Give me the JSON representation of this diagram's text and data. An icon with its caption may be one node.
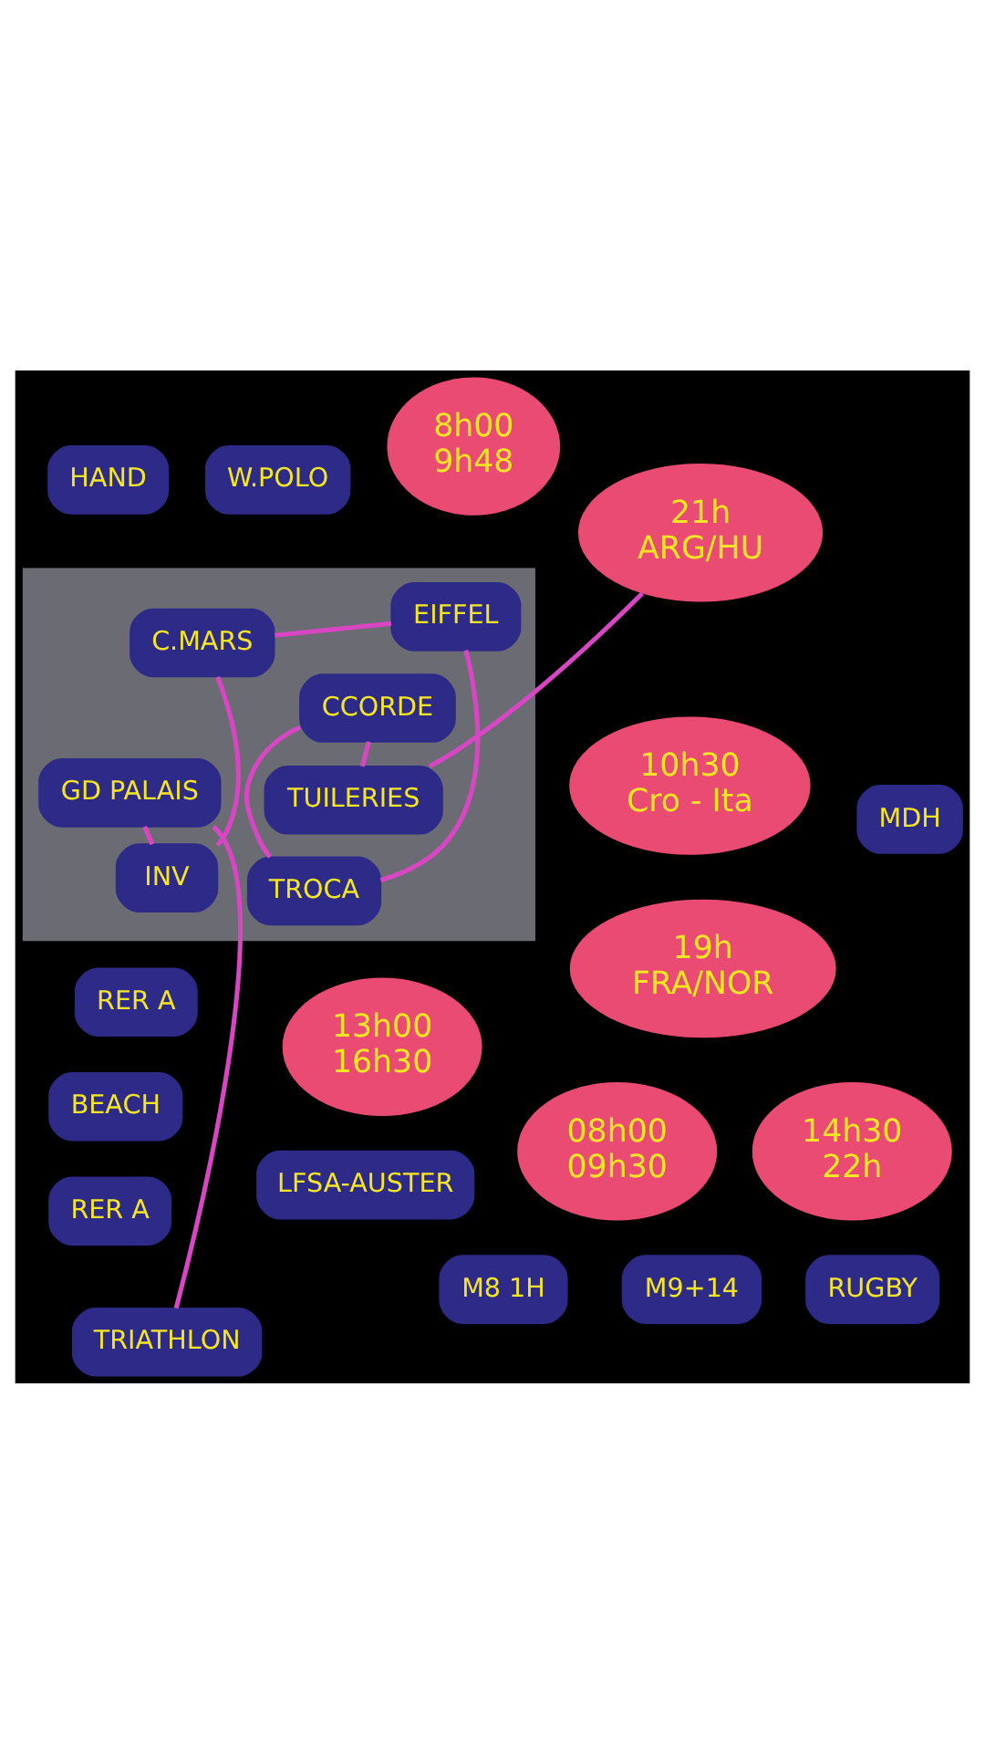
{
  "diagram": {
    "nodes": [
      {
        "text": [
          "8h00",
          "9h48"
        ]
      },
      {
        "text": [
          "LFSA-AUSTER"
        ]
      },
      {
        "text": [
          "RER A"
        ]
      },
      {
        "text": [
          "13h00",
          "16h30"
        ]
      },
      {
        "text": [
          "MDH"
        ]
      },
      {
        "text": [
          "BEACH"
        ]
      },
      {
        "text": [
          "M8 1H"
        ]
      },
      {
        "text": [
          "19h",
          "FRA/NOR"
        ]
      },
      {
        "text": [
          "HAND"
        ]
      },
      {
        "text": [
          "21h",
          "ARG/HU"
        ]
      },
      {
        "text": [],
        "shape": "band"
      },
      {
        "text": [
          "GD PALAIS"
        ],
        "in": 10
      },
      {
        "text": [
          "TROCA"
        ],
        "in": 10
      },
      {
        "text": [
          "CCORDE"
        ],
        "in": 10
      },
      {
        "text": [
          "INV"
        ],
        "in": 10
      },
      {
        "text": [
          "EIFFEL"
        ],
        "in": 10
      },
      {
        "text": [
          "TUILERIES"
        ],
        "in": 10
      },
      {
        "text": [
          "C.MARS"
        ],
        "in": 10
      },
      {
        "text": [
          "TRIATHLON"
        ]
      },
      {
        "text": [
          "08h00",
          "09h30"
        ]
      },
      {
        "text": [
          "10h30",
          "Cro - Ita"
        ]
      },
      {
        "text": [
          "W.POLO"
        ]
      },
      {
        "text": [
          "M9+14"
        ]
      },
      {
        "text": [
          "14h30",
          "22h"
        ]
      },
      {
        "text": [
          "RUGBY"
        ]
      },
      {
        "text": [
          "RER A"
        ]
      }
    ],
    "edges": [
      {
        "from": 12,
        "to": 13,
        "arrow": "none"
      },
      {
        "from": 12,
        "to": 15,
        "arrow": "none"
      },
      {
        "from": 15,
        "to": 17,
        "arrow": "none"
      },
      {
        "from": 17,
        "to": 14,
        "arrow": "none"
      },
      {
        "from": 14,
        "to": 11,
        "arrow": "none"
      },
      {
        "from": 11,
        "to": 18,
        "arrow": "none"
      },
      {
        "from": 13,
        "to": 16,
        "arrow": "none"
      },
      {
        "from": 16,
        "to": 9,
        "arrow": "none"
      }
    ]
  }
}
